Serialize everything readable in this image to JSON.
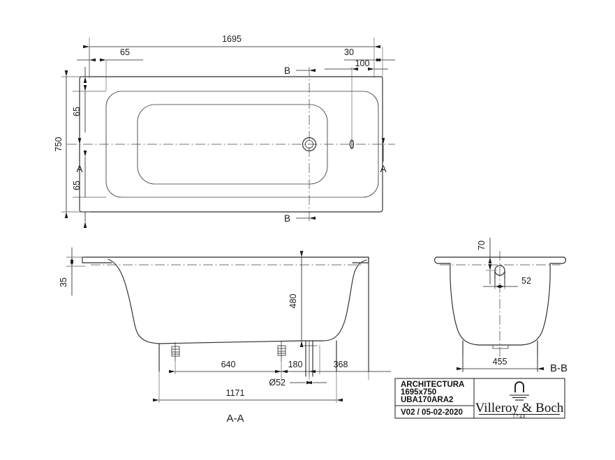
{
  "document": {
    "type": "technical-drawing",
    "subject": "Bathtub dimensional drawing",
    "background_color": "#ffffff",
    "line_color": "#2b2b2b"
  },
  "views": {
    "plan": {
      "name": "Top / plan view",
      "label": "",
      "dimensions": {
        "overall_length": "1695",
        "overall_width": "750",
        "rim_left": "65",
        "rim_top": "65",
        "rim_bottom": "65",
        "right_offset_30": "30",
        "right_offset_100": "100"
      },
      "section_markers": {
        "a_left": "A",
        "a_right": "A",
        "b_top": "B",
        "b_bottom": "B"
      }
    },
    "section_aa": {
      "name": "Longitudinal section A-A",
      "label": "A-A",
      "dimensions": {
        "rim_thickness": "35",
        "depth": "480",
        "foot_to_drain": "640",
        "drain_offset": "180",
        "right_end": "368",
        "drain_diameter": "Ø52",
        "bottom_length": "1171"
      }
    },
    "section_bb": {
      "name": "Cross section B-B",
      "label": "B-B",
      "dimensions": {
        "overflow_height": "70",
        "overflow_offset": "52",
        "base_width": "455"
      }
    }
  },
  "title_block": {
    "product_name": "ARCHITECTURA",
    "size": "1695x750",
    "article_number": "UBA170ARA2",
    "revision": "V02 / 05-02-2020",
    "brand": "Villeroy & Boch",
    "brand_year": "1748",
    "brand_mark": "fountain-icon"
  }
}
